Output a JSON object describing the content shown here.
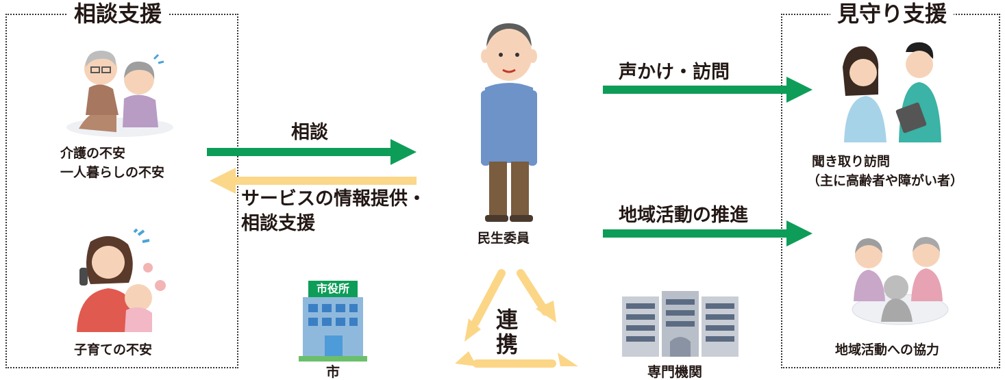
{
  "left_group": {
    "title": "相談支援",
    "items": [
      {
        "caption_line1": "介護の不安",
        "caption_line2": "一人暮らしの不安",
        "icon": "elderly-couple-icon"
      },
      {
        "caption": "子育ての不安",
        "icon": "mother-baby-icon"
      }
    ]
  },
  "right_group": {
    "title": "見守り支援",
    "items": [
      {
        "caption_line1": "聞き取り訪問",
        "caption_line2": "（主に高齢者や障がい者）",
        "icon": "interview-visit-icon"
      },
      {
        "caption": "地域活動への協力",
        "icon": "community-activity-icon"
      }
    ]
  },
  "center": {
    "person_label": "民生委員",
    "city_label": "市",
    "city_sign": "市役所",
    "agency_label": "専門機関",
    "cooperation_char1": "連",
    "cooperation_char2": "携"
  },
  "arrows": {
    "consultation": "相談",
    "service_line1": "サービスの情報提供・",
    "service_line2": "相談支援",
    "visit": "声かけ・訪問",
    "community": "地域活動の推進"
  },
  "colors": {
    "green_arrow": "#0e9d58",
    "cream_arrow": "#fbd78a",
    "triangle": "#fcd687"
  }
}
